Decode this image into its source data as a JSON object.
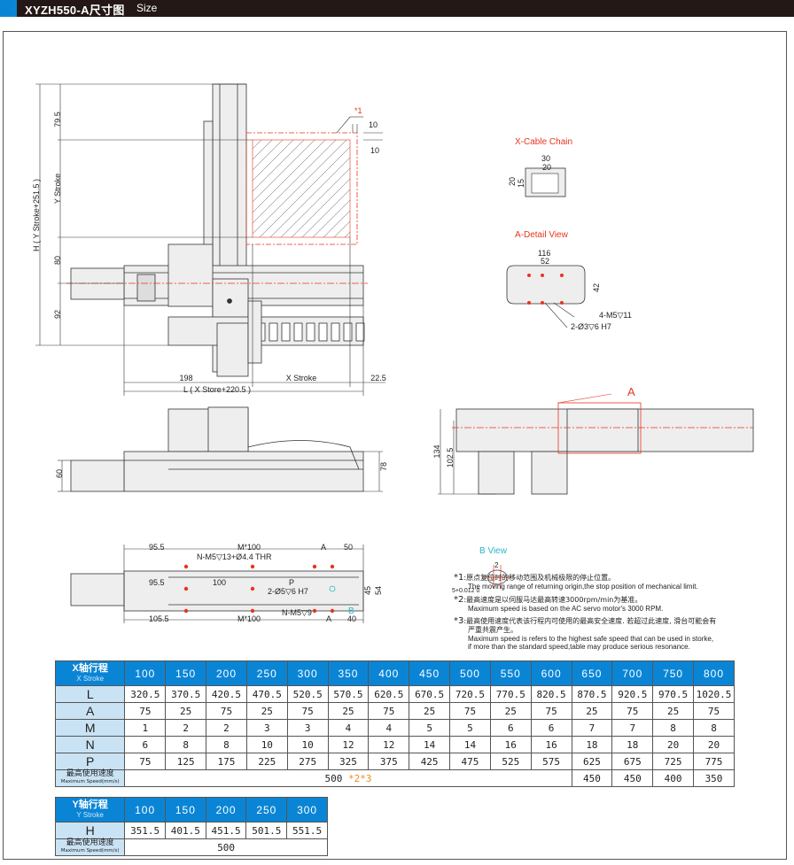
{
  "header": {
    "title": "XYZH550-A尺寸图",
    "subtitle": "Size",
    "accent": "#0a85d6"
  },
  "drawing": {
    "top_view": {
      "dims": [
        "79.5",
        "Y Stroke",
        "80",
        "92",
        "H ( Y Stroke+251.5 )",
        "198",
        "X Stroke",
        "22.5",
        "L ( X Store+220.5 )",
        "10",
        "10"
      ],
      "mark": "*1"
    },
    "side_view": {
      "dims": [
        "60",
        "78"
      ]
    },
    "front_view": {
      "dims": [
        "134",
        "102.5"
      ],
      "detail_label": "A"
    },
    "cable_chain": {
      "title": "X-Cable Chain",
      "dims": [
        "30",
        "20",
        "20",
        "15"
      ]
    },
    "detail_view": {
      "title": "A-Detail View",
      "dims": [
        "116",
        "52",
        "42",
        "4-M5▽11",
        "2-Ø3▽6 H7"
      ]
    },
    "bottom_view": {
      "dims": [
        "95.5",
        "M*100",
        "A",
        "50",
        "N-M5▽13+Ø4.4 THR",
        "95.5",
        "100",
        "P",
        "2-Ø5▽6 H7",
        "45",
        "54",
        "105.5",
        "M*100",
        "N-M5▽9",
        "A",
        "40"
      ],
      "b_label": "B"
    },
    "b_view": {
      "title": "B View",
      "dims": [
        "2",
        "5+0.012 0"
      ]
    }
  },
  "notes": [
    {
      "mark": "*1",
      "zh": "原点复位时的移动范围及机械极限的停止位置。",
      "en": [
        "The moving range of returning origin,the stop position of mechanical limit."
      ]
    },
    {
      "mark": "*2",
      "zh": "最高速度是以伺服马达最高转速3000rpm/min为基准。",
      "en": [
        "Maximum speed is based on the AC servo motor's 3000 RPM."
      ]
    },
    {
      "mark": "*3",
      "zh": "最高使用速度代表该行程内可使用的最高安全速度. 若超过此速度, 滑台可能会有严重共震产生。",
      "en": [
        "Maximum speed is refers to the highest safe speed that can be used in storke,",
        "if more than the standard speed,table may produce serious resonance."
      ]
    }
  ],
  "x_table": {
    "head_zh": "X轴行程",
    "head_en": "X Stroke",
    "strokes": [
      "100",
      "150",
      "200",
      "250",
      "300",
      "350",
      "400",
      "450",
      "500",
      "550",
      "600",
      "650",
      "700",
      "750",
      "800"
    ],
    "rows": [
      {
        "label": "L",
        "values": [
          "320.5",
          "370.5",
          "420.5",
          "470.5",
          "520.5",
          "570.5",
          "620.5",
          "670.5",
          "720.5",
          "770.5",
          "820.5",
          "870.5",
          "920.5",
          "970.5",
          "1020.5"
        ]
      },
      {
        "label": "A",
        "values": [
          "75",
          "25",
          "75",
          "25",
          "75",
          "25",
          "75",
          "25",
          "75",
          "25",
          "75",
          "25",
          "75",
          "25",
          "75"
        ]
      },
      {
        "label": "M",
        "values": [
          "1",
          "2",
          "2",
          "3",
          "3",
          "4",
          "4",
          "5",
          "5",
          "6",
          "6",
          "7",
          "7",
          "8",
          "8"
        ]
      },
      {
        "label": "N",
        "values": [
          "6",
          "8",
          "8",
          "10",
          "10",
          "12",
          "12",
          "14",
          "14",
          "16",
          "16",
          "18",
          "18",
          "20",
          "20"
        ]
      },
      {
        "label": "P",
        "values": [
          "75",
          "125",
          "175",
          "225",
          "275",
          "325",
          "375",
          "425",
          "475",
          "525",
          "575",
          "625",
          "675",
          "725",
          "775"
        ]
      }
    ],
    "speed_zh": "最高使用速度",
    "speed_en": "Maximum Speed(mm/s)",
    "speed_main": "500",
    "speed_notes": "*2*3",
    "speed_rest": [
      "450",
      "450",
      "400",
      "350"
    ]
  },
  "y_table": {
    "head_zh": "Y轴行程",
    "head_en": "Y Stroke",
    "strokes": [
      "100",
      "150",
      "200",
      "250",
      "300"
    ],
    "rows": [
      {
        "label": "H",
        "values": [
          "351.5",
          "401.5",
          "451.5",
          "501.5",
          "551.5"
        ]
      }
    ],
    "speed_zh": "最高使用速度",
    "speed_en": "Maximum Speed(mm/s)",
    "speed": "500"
  }
}
